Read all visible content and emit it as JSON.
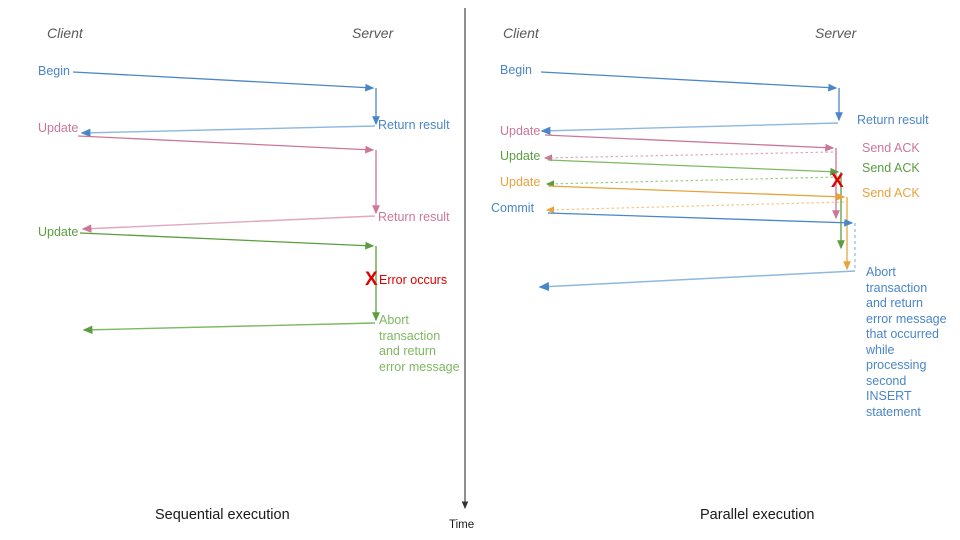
{
  "colors": {
    "blue": "#4a86c8",
    "blue_light": "#8fb8e0",
    "pink": "#cc7799",
    "pink_light": "#e0a8c0",
    "green": "#5a9e3f",
    "green_light": "#9ecb86",
    "orange": "#e8a33d",
    "orange_light": "#f4c77e",
    "red": "#e00000",
    "gray": "#595959",
    "black": "#1a1a1a"
  },
  "diagram": {
    "title_left": "Sequential execution",
    "title_right": "Parallel execution",
    "time_axis_label": "Time"
  },
  "left_panel": {
    "lane_client": "Client",
    "lane_server": "Server",
    "messages": {
      "begin": "Begin",
      "update_1": "Update",
      "update_2": "Update",
      "return_result_1": "Return result",
      "return_result_2": "Return result",
      "error_occurs": "Error occurs",
      "abort_text": "Abort\ntransaction\nand return\nerror message",
      "x_glyph": "X"
    }
  },
  "right_panel": {
    "lane_client": "Client",
    "lane_server": "Server",
    "messages": {
      "begin": "Begin",
      "update_1": "Update",
      "update_2": "Update",
      "update_3": "Update",
      "commit": "Commit",
      "return_result": "Return result",
      "send_ack_1": "Send ACK",
      "send_ack_2": "Send ACK",
      "send_ack_3": "Send ACK",
      "abort_text": "Abort\ntransaction\nand return\nerror message\nthat occurred\nwhile\nprocessing\nsecond\nINSERT\nstatement",
      "x_glyph": "X"
    }
  }
}
